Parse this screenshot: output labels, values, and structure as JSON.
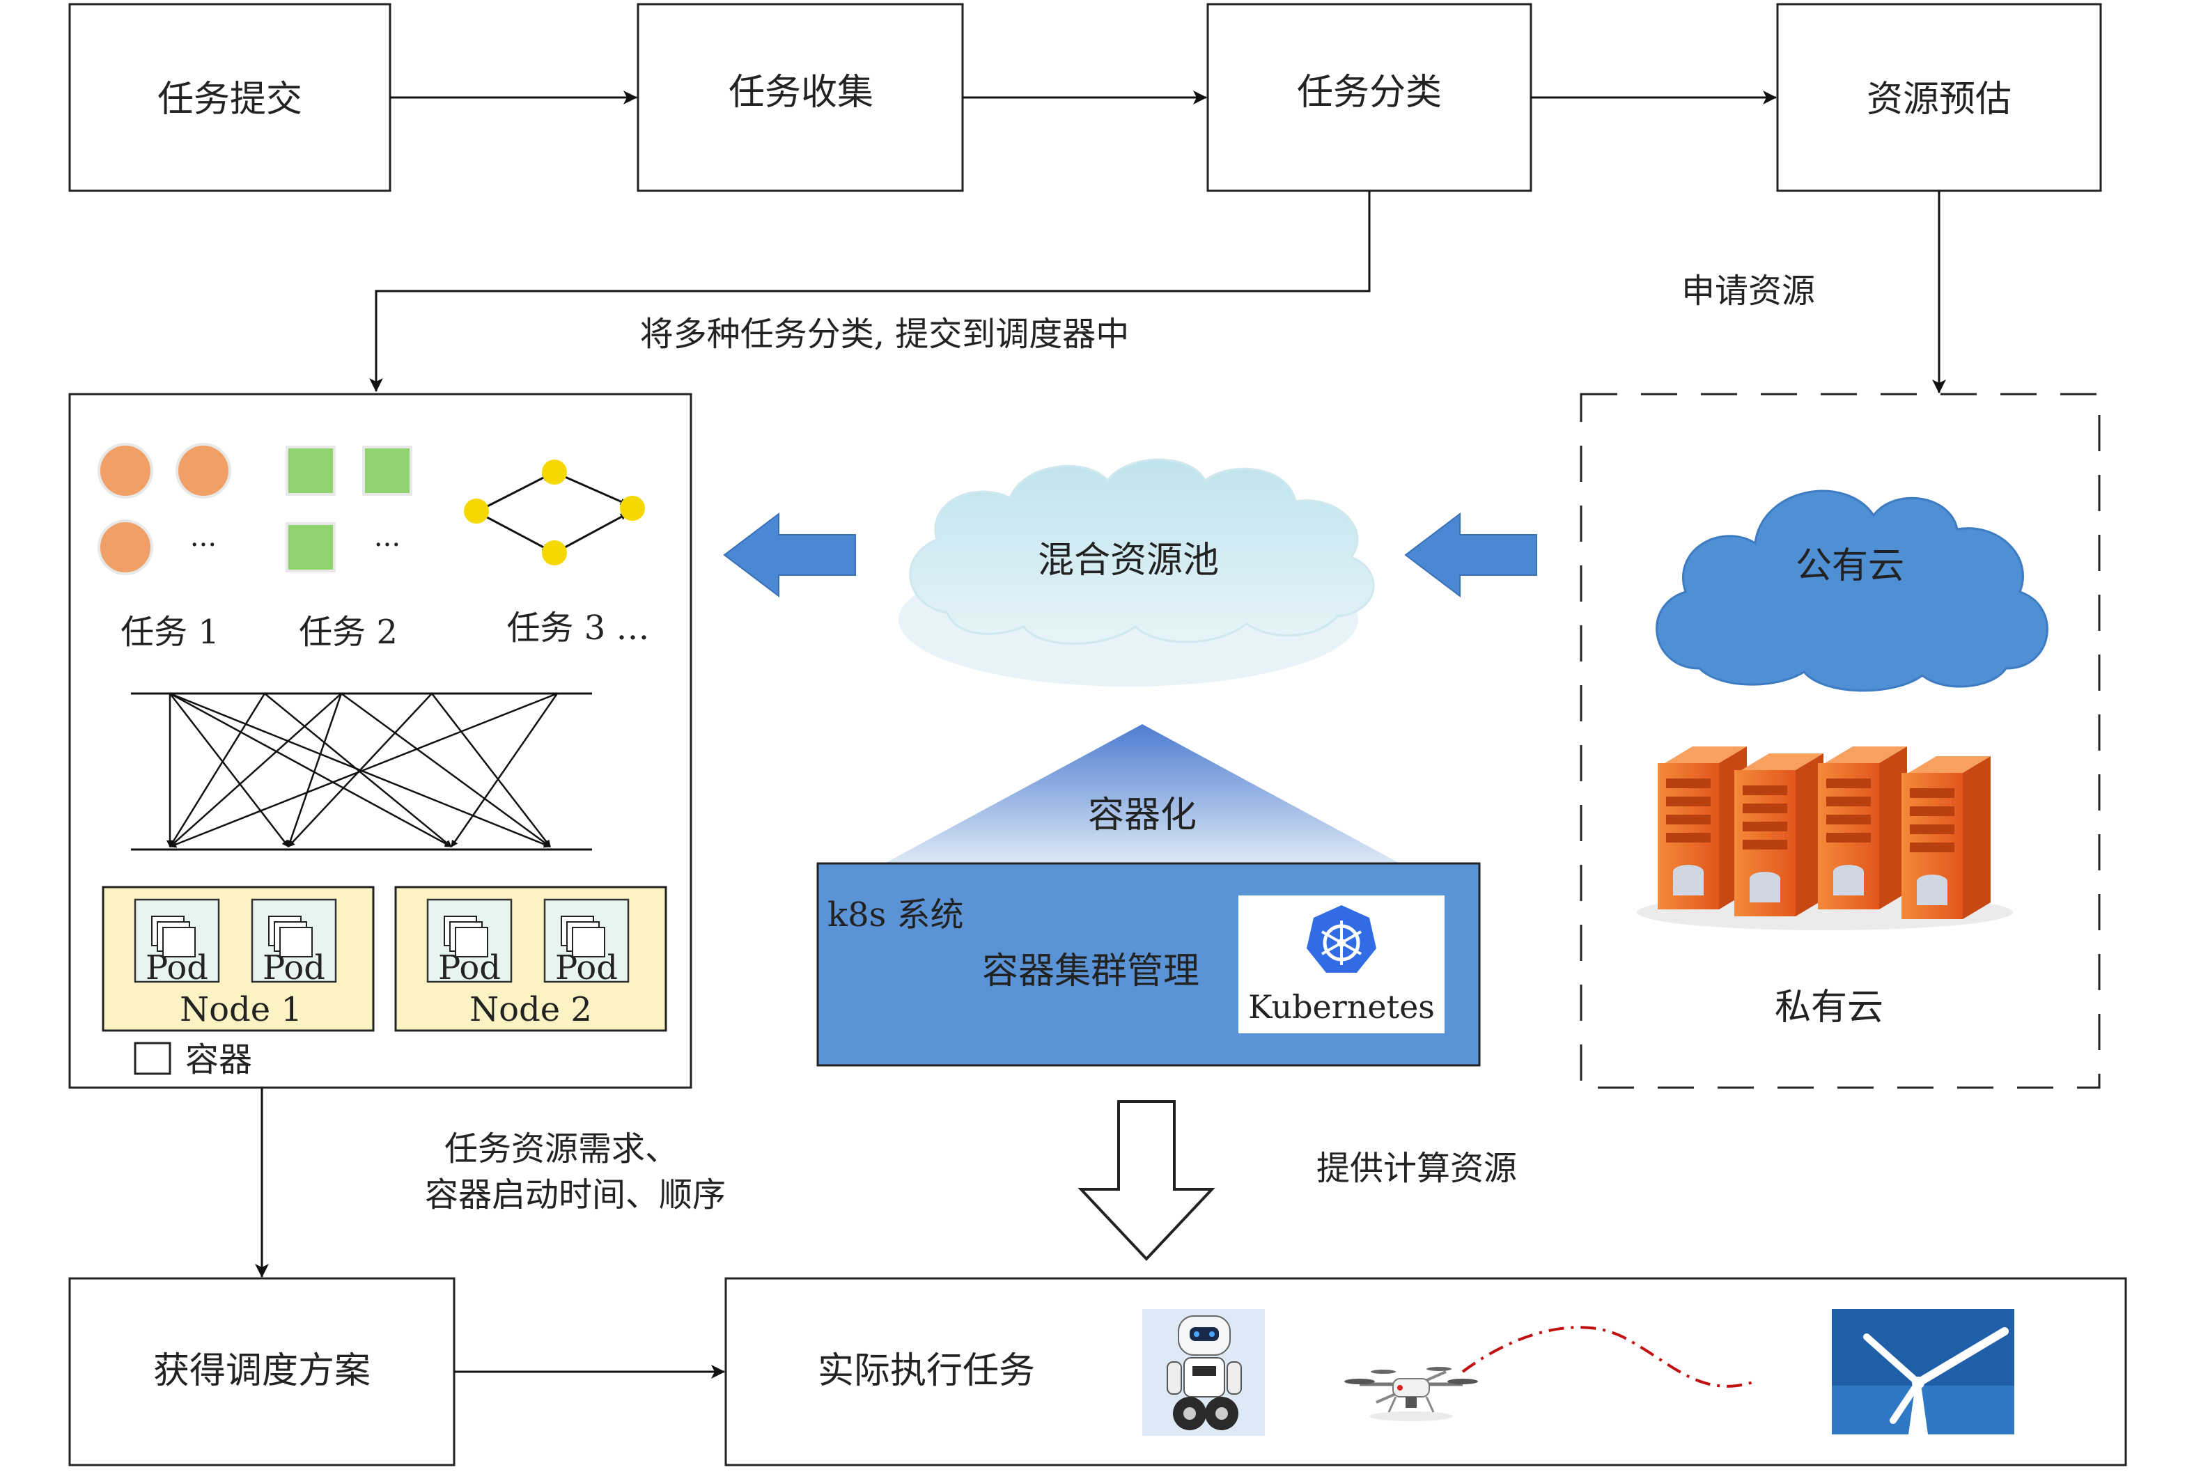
{
  "flow": {
    "submit": "任务提交",
    "collect": "任务收集",
    "classify": "任务分类",
    "estimate": "资源预估"
  },
  "labels": {
    "classify_submit": "将多种任务分类, 提交到调度器中",
    "apply_resources": "申请资源",
    "requirements_line1": "任务资源需求、",
    "requirements_line2": "容器启动时间、顺序",
    "provide_compute": "提供计算资源"
  },
  "scheduler": {
    "task1": "任务 1",
    "task2": "任务 2",
    "task3": "任务 3 …",
    "ellipsis": "···",
    "pod": "Pod",
    "node1": "Node 1",
    "node2": "Node 2",
    "container_legend": "容器"
  },
  "pool": {
    "hybrid_pool": "混合资源池",
    "containerization": "容器化",
    "k8s_system": "k8s 系统",
    "cluster_mgmt": "容器集群管理",
    "kubernetes": "Kubernetes"
  },
  "clouds": {
    "public": "公有云",
    "private": "私有云"
  },
  "bottom": {
    "get_plan": "获得调度方案",
    "execute": "实际执行任务"
  },
  "colors": {
    "orange_task": "#f0a066",
    "green_task": "#8fd36e",
    "dag_node": "#f5d800",
    "node_fill": "#fbf3c4",
    "k8s_blue": "#5b94d6",
    "cloud_blue": "#4f8fd4",
    "arrow_blue": "#4a88d4",
    "server_orange": "#f07030"
  }
}
